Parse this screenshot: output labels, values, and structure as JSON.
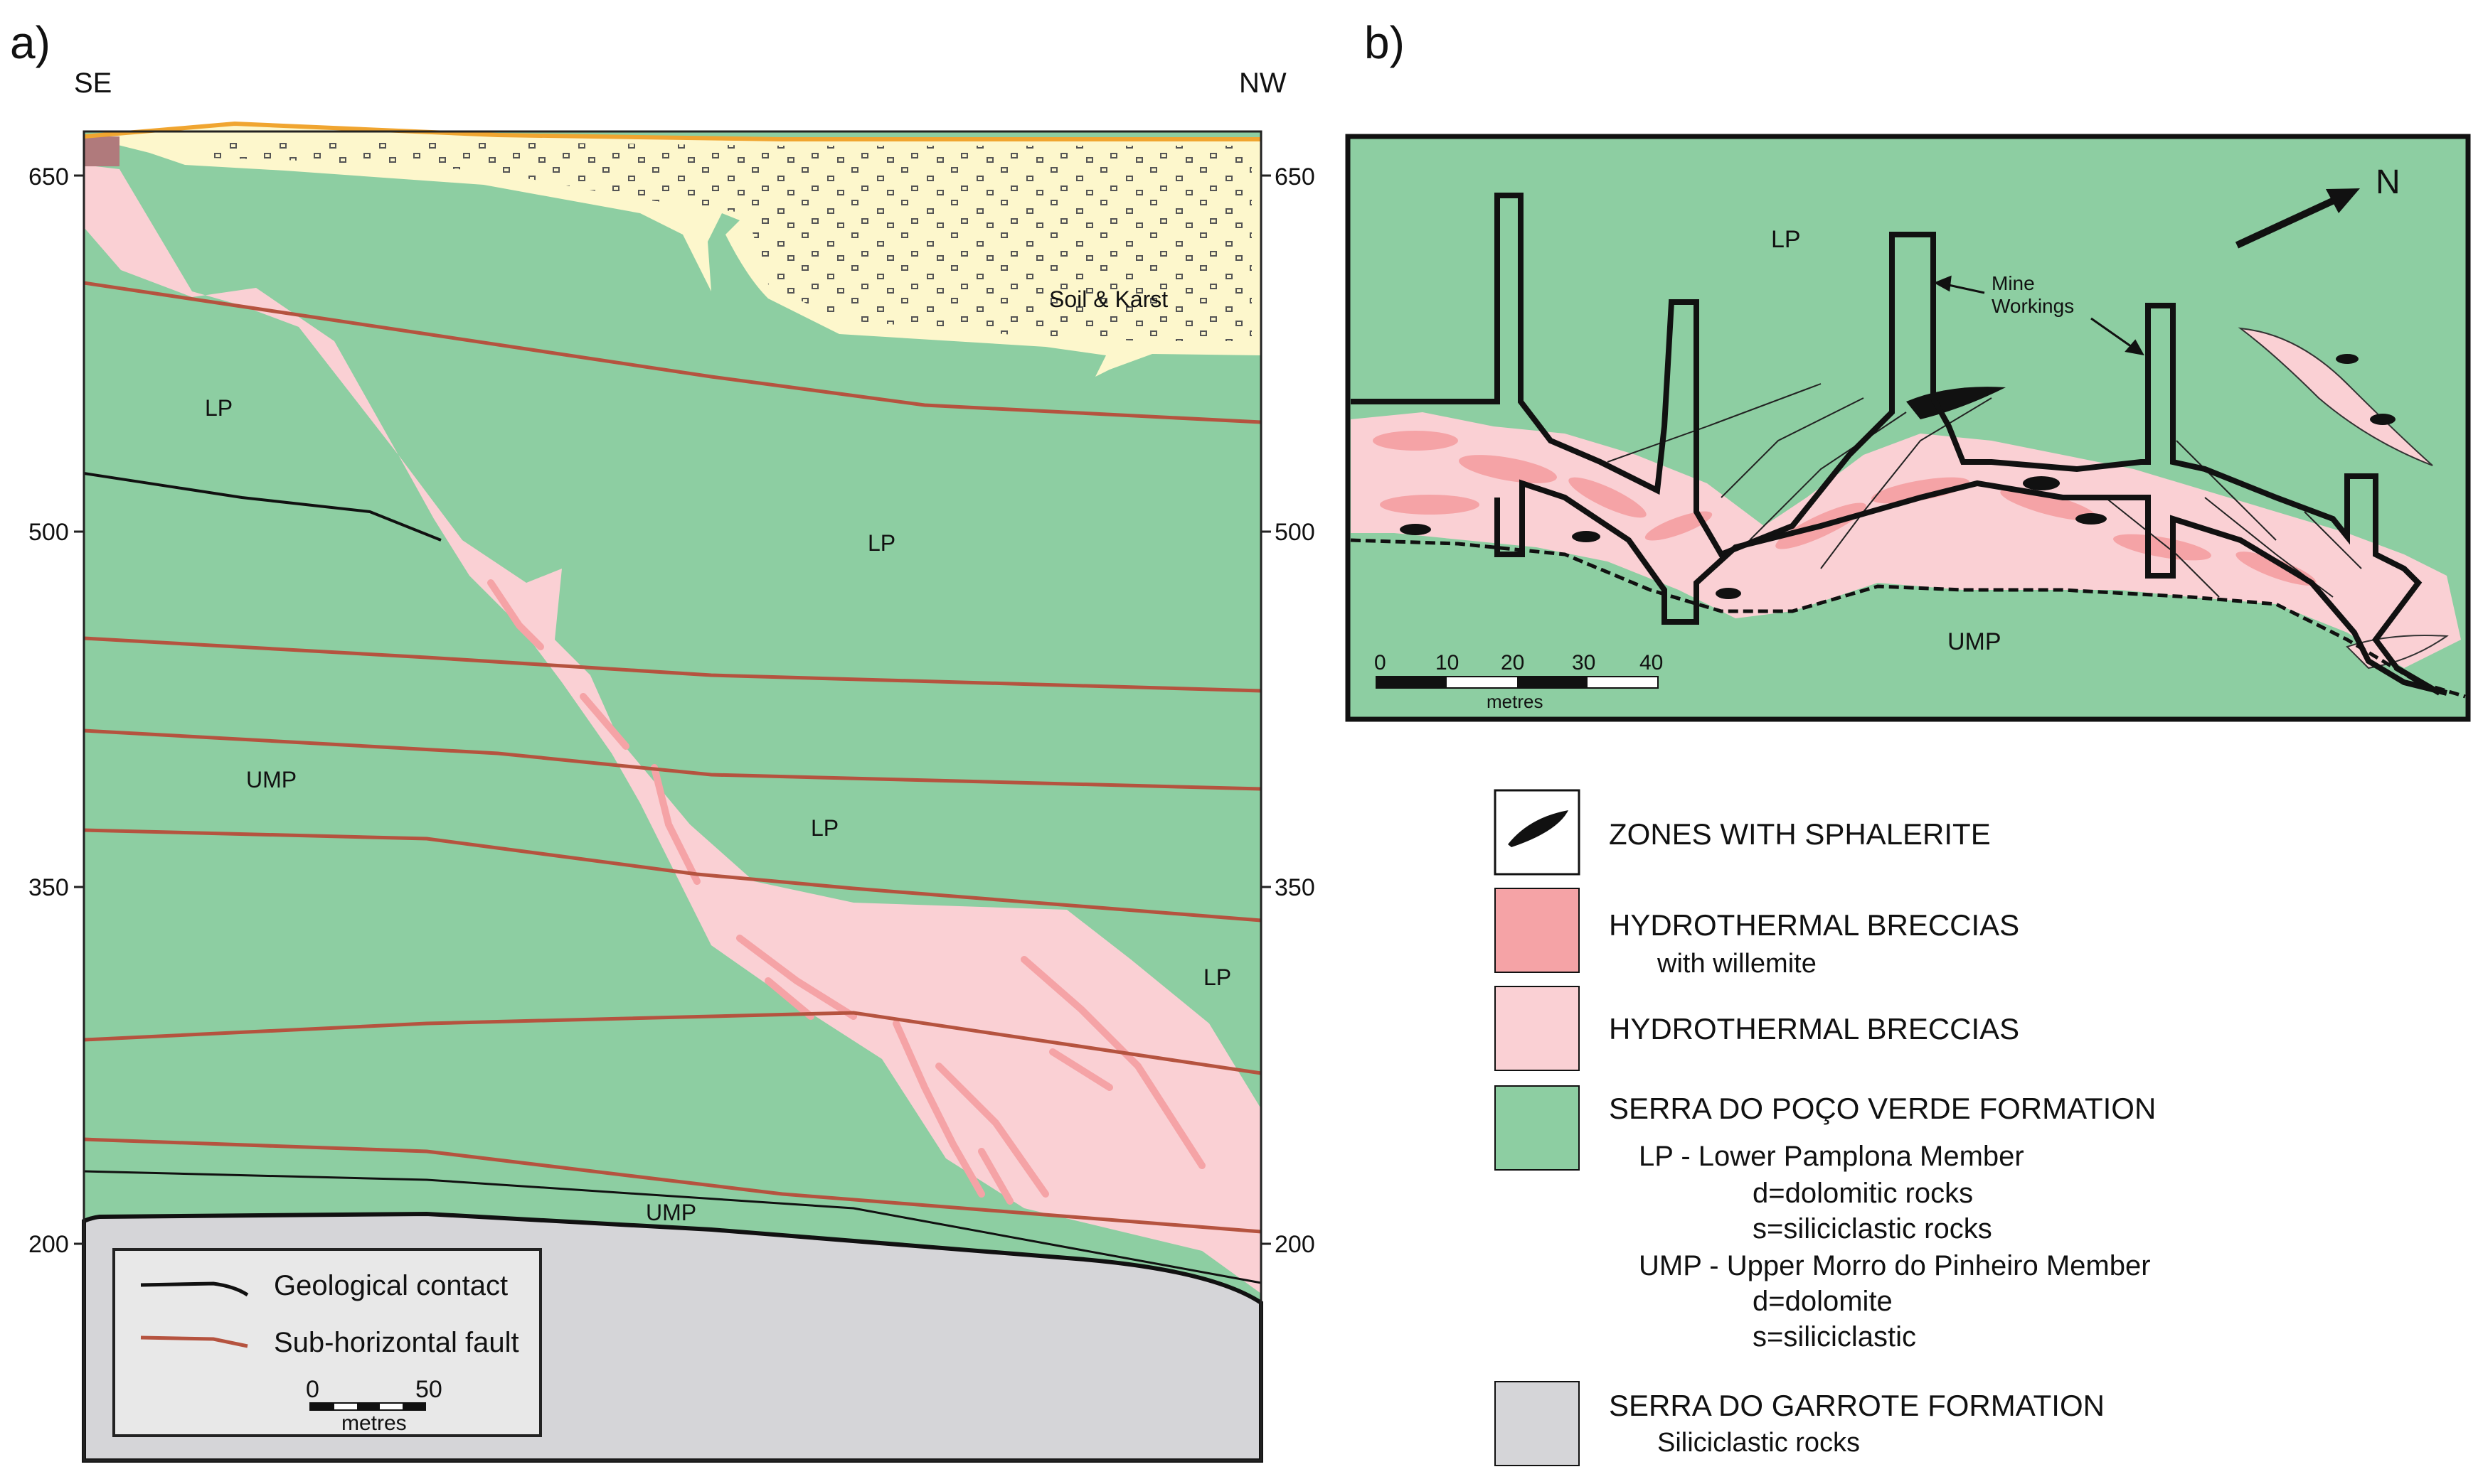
{
  "panel_a": {
    "label": "a)",
    "left_direction": "SE",
    "right_direction": "NW",
    "axis_ticks": [
      "650",
      "500",
      "350",
      "200"
    ],
    "units": {
      "soil": "Soil & Karst",
      "lp1": "LP",
      "lp2": "LP",
      "ump1": "UMP",
      "lp3": "LP",
      "lp4": "LP",
      "ump2": "UMP"
    },
    "legend": {
      "contact": "Geological contact",
      "fault": "Sub-horizontal fault",
      "scale_start": "0",
      "scale_end": "50",
      "scale_unit": "metres"
    }
  },
  "panel_b": {
    "label": "b)",
    "north": "N",
    "lp": "LP",
    "ump": "UMP",
    "mine_workings_1": "Mine",
    "mine_workings_2": "Workings",
    "scale_ticks": [
      "0",
      "10",
      "20",
      "30",
      "40"
    ],
    "scale_unit": "metres"
  },
  "legend": {
    "sphalerite": "ZONES WITH SPHALERITE",
    "breccia_will_1": "HYDROTHERMAL BRECCIAS",
    "breccia_will_2": "with willemite",
    "breccia": "HYDROTHERMAL BRECCIAS",
    "spv": "SERRA DO POÇO VERDE FORMATION",
    "lp_line": "LP - Lower Pamplona Member",
    "lp_d": "d=dolomitic rocks",
    "lp_s": "s=siliciclastic rocks",
    "ump_line": "UMP - Upper Morro do Pinheiro Member",
    "ump_d": "d=dolomite",
    "ump_s": "s=siliciclastic",
    "garrote": "SERRA DO GARROTE FORMATION",
    "garrote_sub": "Siliciclastic rocks"
  },
  "colors": {
    "green": "#8dcea2",
    "breccia": "#fad0d4",
    "willemite": "#f5a3a6",
    "soil": "#fdf7cc",
    "garrote": "#d5d5d8",
    "fault": "#b5533f",
    "topo": "#f0a530"
  }
}
